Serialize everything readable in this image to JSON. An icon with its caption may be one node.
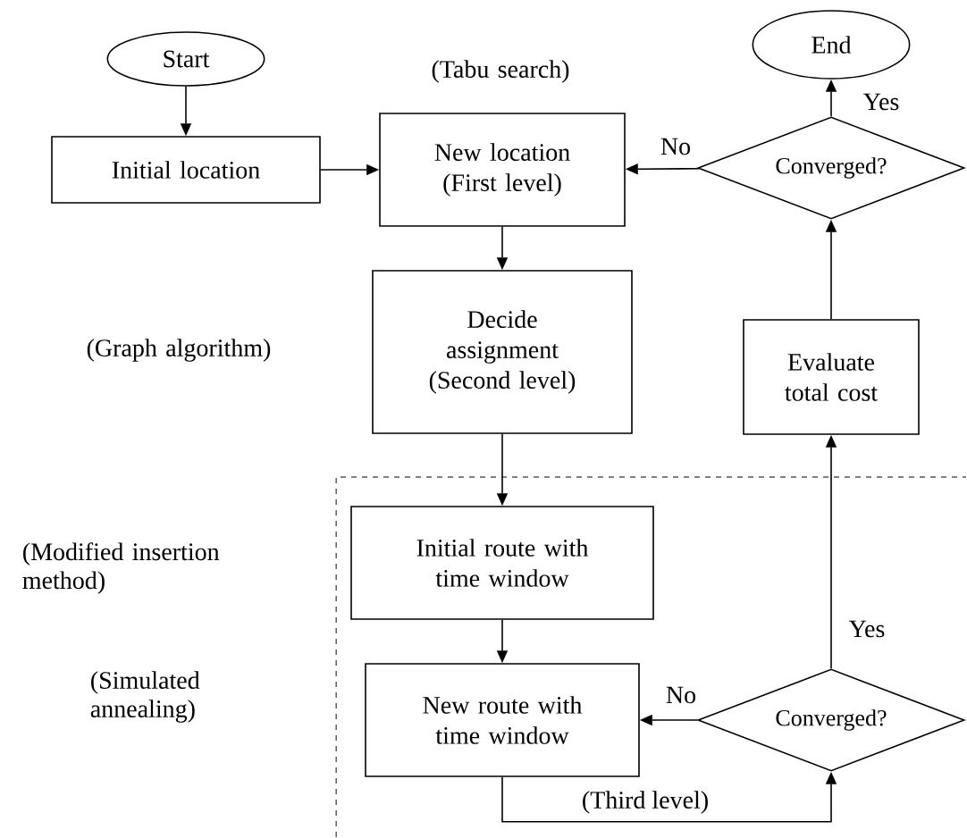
{
  "diagram": {
    "nodes": [
      {
        "text": [
          "Start"
        ]
      },
      {
        "text": [
          "Initial location"
        ]
      },
      {
        "text": [
          "New location (First level)"
        ]
      },
      {
        "text": [
          "Decide assignment (Second level)"
        ]
      },
      {
        "text": [
          "End"
        ]
      },
      {
        "text": [
          "Converged?"
        ]
      },
      {
        "text": [
          "Evaluate total cost"
        ]
      },
      {
        "text": [
          "Initial route with time window"
        ]
      },
      {
        "text": [
          "New route with time window"
        ]
      },
      {
        "text": [
          "Converged?"
        ]
      }
    ],
    "edges": [
      {
        "from": 0,
        "to": 1,
        "arrow": "to"
      },
      {
        "from": 1,
        "to": 2,
        "arrow": "to"
      },
      {
        "from": 2,
        "to": 3,
        "arrow": "to"
      },
      {
        "from": 5,
        "to": 2,
        "arrow": "to",
        "label": "No"
      },
      {
        "from": 5,
        "to": 4,
        "arrow": "to",
        "label": "Yes"
      },
      {
        "from": 6,
        "to": 5,
        "arrow": "to"
      },
      {
        "from": 3,
        "to": 7,
        "arrow": "to"
      },
      {
        "from": 7,
        "to": 8,
        "arrow": "to"
      },
      {
        "from": 9,
        "to": 8,
        "arrow": "to",
        "label": "No"
      },
      {
        "from": 9,
        "to": 6,
        "arrow": "to",
        "label": "Yes"
      },
      {
        "from": 8,
        "to": 9,
        "arrow": "to",
        "label": "(Third level)"
      }
    ],
    "labels": [
      "(Tabu search)",
      "(Graph algorithm)",
      "(Modified insertion method)",
      "(Simulated annealing)"
    ]
  }
}
